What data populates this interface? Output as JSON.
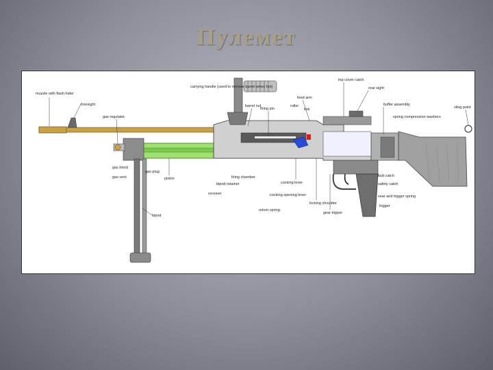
{
  "slide": {
    "title": "Пулемет"
  },
  "colors": {
    "barrel": "#c8a24a",
    "gas_cylinder": "#9fe070",
    "metal": "#8c8c8c",
    "dark_metal": "#5a5a5a",
    "stock": "#a0a0a0",
    "feed_white": "#f0f0ff",
    "bolt_blue": "#2a4ad8",
    "red_part": "#d02020"
  },
  "labels": {
    "muzzle": "muzzle with flash hider",
    "foresight": "foresight",
    "gas_regulator": "gas regulator",
    "carrying_handle": "carrying handle (used to remove barrel when hot)",
    "barrel_nut": "barrel nut",
    "firing_pin": "firing pin",
    "feed_arm": "feed arm",
    "roller": "roller",
    "link": "link",
    "top_cover_catch": "top cover catch",
    "rear_sight": "rear sight",
    "buffer_assembly": "buffer assembly",
    "sling_point": "sling point",
    "spring_compression_washers": "spring compression washers",
    "gas_block": "gas block",
    "gas_vent": "gas vent",
    "gas_plug": "gas plug",
    "piston": "piston",
    "firing_chamber": "firing chamber",
    "bipod_retainer": "bipod retainer",
    "receiver": "receiver",
    "cocking_lever": "cocking lever",
    "cocking_opening_lever": "cocking opening lever",
    "locking_shoulder": "locking shoulder",
    "return_spring": "return spring",
    "gear_tripper": "gear tripper",
    "butt_catch": "butt catch",
    "safety_catch": "safety catch",
    "sear_and_trigger_spring": "sear and trigger spring",
    "trigger": "trigger",
    "bipod": "bipod"
  }
}
